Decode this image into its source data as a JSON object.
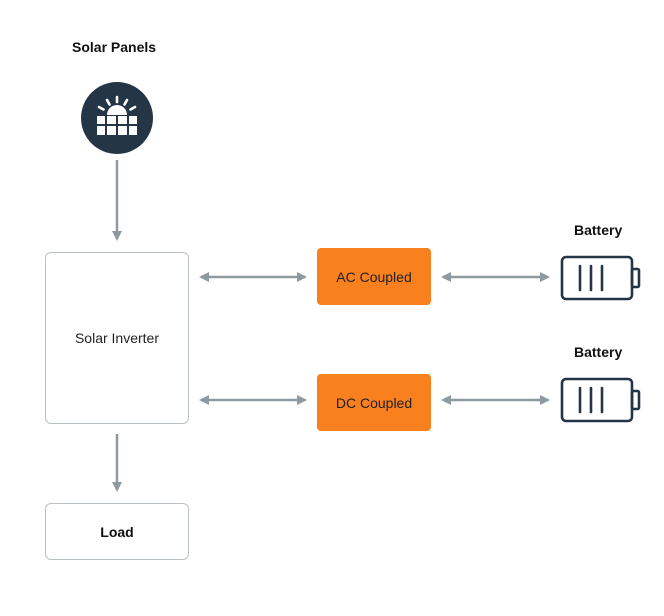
{
  "colors": {
    "accent": "#f8801f",
    "arrow": "#8e9aa0",
    "icon_dark": "#243545",
    "box_border": "#b9c1c6"
  },
  "solar": {
    "title": "Solar Panels",
    "icon": "solar-panel-icon"
  },
  "inverter": {
    "label": "Solar Inverter"
  },
  "load": {
    "label": "Load"
  },
  "ac": {
    "label": "AC Coupled",
    "battery_label": "Battery",
    "icon": "battery-icon"
  },
  "dc": {
    "label": "DC Coupled",
    "battery_label": "Battery",
    "icon": "battery-icon"
  }
}
